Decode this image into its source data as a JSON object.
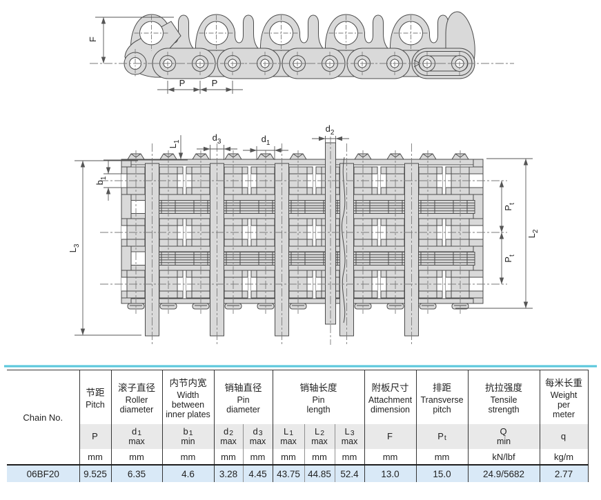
{
  "side_view": {
    "labels": {
      "f": {
        "base": "F",
        "sub": ""
      },
      "p_left": {
        "base": "P",
        "sub": ""
      },
      "p_right": {
        "base": "P",
        "sub": ""
      }
    }
  },
  "plan_view": {
    "labels": {
      "l1": {
        "base": "L",
        "sub": "1"
      },
      "d3": {
        "base": "d",
        "sub": "3"
      },
      "d1": {
        "base": "d",
        "sub": "1"
      },
      "d2": {
        "base": "d",
        "sub": "2"
      },
      "b1": {
        "base": "b",
        "sub": "1"
      },
      "l3": {
        "base": "L",
        "sub": "3"
      },
      "pt_upper": {
        "base": "P",
        "sub": "t"
      },
      "pt_lower": {
        "base": "P",
        "sub": "t"
      },
      "l2": {
        "base": "L",
        "sub": "2"
      }
    }
  },
  "table": {
    "chain_no_header": "Chain No.",
    "groups": [
      {
        "cn": "节距",
        "en": "Pitch"
      },
      {
        "cn": "滚子直径",
        "en": "Roller\ndiameter"
      },
      {
        "cn": "内节内宽",
        "en": "Width\nbetween\ninner plates"
      },
      {
        "cn": "销轴直径",
        "en": "Pin\ndiameter"
      },
      {
        "cn": "销轴长度",
        "en": "Pin\nlength"
      },
      {
        "cn": "附板尺寸",
        "en": "Attachment\ndimension"
      },
      {
        "cn": "排距",
        "en": "Transverse\npitch"
      },
      {
        "cn": "抗拉强度",
        "en": "Tensile\nstrength"
      },
      {
        "cn": "每米长重",
        "en": "Weight\nper\nmeter"
      }
    ],
    "symbols": [
      {
        "base": "P",
        "sub": "",
        "qual": ""
      },
      {
        "base": "d",
        "sub": "1",
        "qual": "max"
      },
      {
        "base": "b",
        "sub": "1",
        "qual": "min"
      },
      {
        "base": "d",
        "sub": "2",
        "qual": "max"
      },
      {
        "base": "d",
        "sub": "3",
        "qual": "max"
      },
      {
        "base": "L",
        "sub": "1",
        "qual": "max"
      },
      {
        "base": "L",
        "sub": "2",
        "qual": "max"
      },
      {
        "base": "L",
        "sub": "3",
        "qual": "max"
      },
      {
        "base": "F",
        "sub": "",
        "qual": ""
      },
      {
        "base": "P",
        "sub": "t",
        "qual": ""
      },
      {
        "base": "Q",
        "sub": "",
        "qual": "min"
      },
      {
        "base": "q",
        "sub": "",
        "qual": ""
      }
    ],
    "units": [
      "mm",
      "mm",
      "mm",
      "mm",
      "mm",
      "mm",
      "mm",
      "mm",
      "mm",
      "mm",
      "kN/lbf",
      "kg/m"
    ],
    "row": {
      "chain_no": "06BF20",
      "values": [
        "9.525",
        "6.35",
        "4.6",
        "3.28",
        "4.45",
        "43.75",
        "44.85",
        "52.4",
        "13.0",
        "15.0",
        "24.9/5682",
        "2.77"
      ]
    }
  },
  "colors": {
    "accent_cyan": "#5cc7dc",
    "row_highlight": "#d9e9f7",
    "drawing_fill": "#d9d9d9",
    "line": "#4a4a4a"
  }
}
